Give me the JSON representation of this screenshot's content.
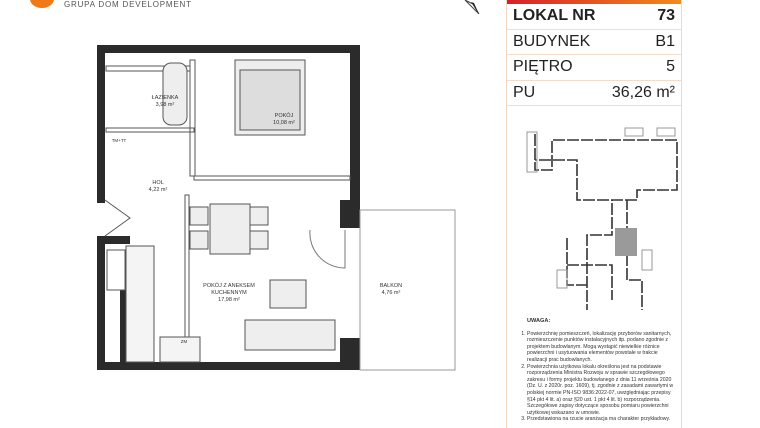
{
  "brand": {
    "name": "GRUPA DOM DEVELOPMENT",
    "accent": "#f07a1a"
  },
  "info": {
    "rows": [
      {
        "label": "LOKAL NR",
        "value": "73"
      },
      {
        "label": "BUDYNEK",
        "value": "B1"
      },
      {
        "label": "PIĘTRO",
        "value": "5"
      },
      {
        "label": "PU",
        "value": "36,26 m²"
      }
    ],
    "bar_colors": [
      "#d91f2a",
      "#f28a1c"
    ]
  },
  "rooms": [
    {
      "name": "ŁAZIENKA",
      "area": "3,98 m²"
    },
    {
      "name": "POKÓJ",
      "area": "10,08 m²"
    },
    {
      "name": "HOL",
      "area": "4,22 m²"
    },
    {
      "name": "POKÓJ Z ANEKSEM",
      "name2": "KUCHENNYM",
      "area": "17,98 m²"
    },
    {
      "name": "BALKON",
      "area": "4,76 m²"
    }
  ],
  "plan_labels": {
    "tm": "TM+TT",
    "zm": "ZM"
  },
  "notes": {
    "title": "UWAGA:",
    "items": [
      "Powierzchnię pomieszczeń, lokalizację przyborów sanitarnych, rozmieszczenie punktów instalacyjnych itp. podano zgodnie z projektem budowlanym. Mogą wystąpić niewielkie różnice powierzchni i usytuowania elementów powstałe w trakcie realizacji prac budowlanych.",
      "Powierzchnia użytkowa lokalu określona jest na podstawie rozporządzenia Ministra Rozwoju w sprawie szczegółowego zakresu i formy projektu budowlanego z dnia 11 września 2020 (Dz. U. z 2020r. poz. 1609), tj. zgodnie z zasadami zawartymi w polskiej normie PN-ISO 9836:2022-07, uwzględniając przepisy §14 pkt 4 lit. a) oraz §20 ust. 1 pkt 4 lit. b) rozporządzenia. Szczegółowe zapisy dotyczące sposobu pomiaru powierzchni użytkowej wskazano w umowie.",
      "Przedstawiona na rzucie aranżacja ma charakter przykładowy."
    ]
  },
  "highlight_color": "#9a9a9a"
}
